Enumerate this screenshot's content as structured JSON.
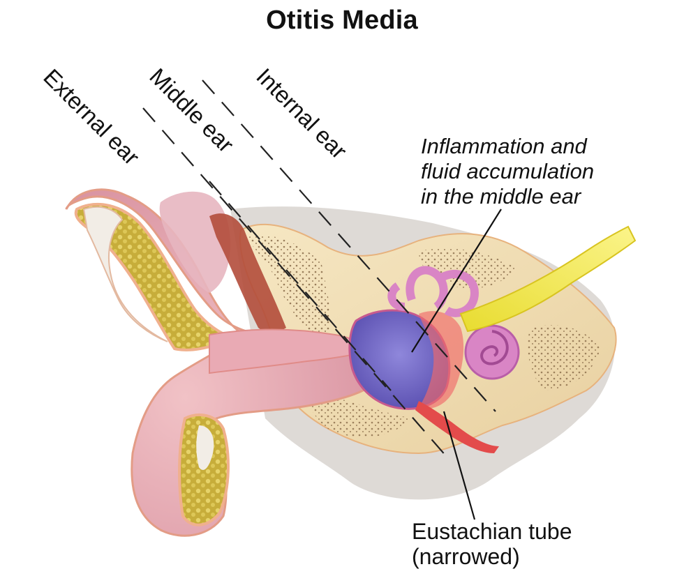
{
  "title": "Otitis Media",
  "labels": {
    "external_ear": "External ear",
    "middle_ear": "Middle ear",
    "internal_ear": "Internal ear",
    "inflammation": [
      "Inflammation and",
      "fluid accumulation",
      "in the middle ear"
    ],
    "eustachian": [
      "Eustachian tube",
      "(narrowed)"
    ]
  },
  "colors": {
    "skin": "#e8a6ae",
    "skin_light": "#f3c6c8",
    "cartilage": "#c9b23a",
    "bone": "#f2dfb3",
    "bone_dark": "#c8a26f",
    "fluid": "#7a73c9",
    "nerve": "#ece23d",
    "inner_ear": "#d985c5",
    "muscle": "#b24c3b",
    "inflamed": "#ef5b5b"
  }
}
